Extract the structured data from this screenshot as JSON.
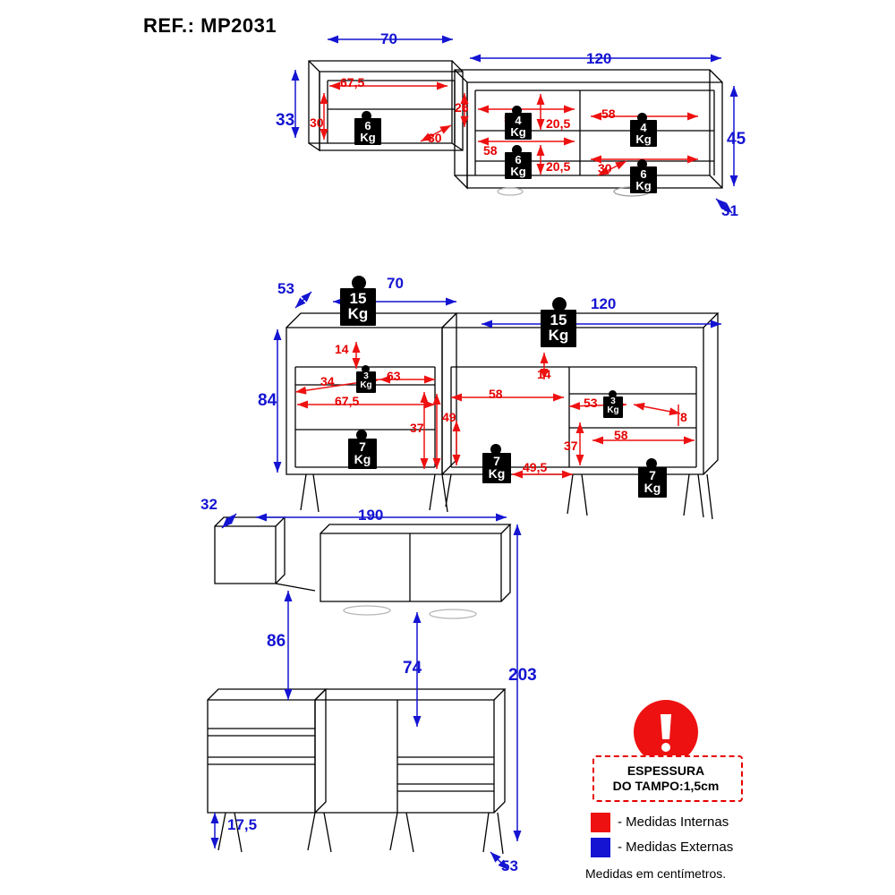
{
  "title": "REF.: MP2031",
  "units_note": "Medidas em centímetros.",
  "warning": {
    "line1": "ESPESSURA",
    "line2_prefix": "DO TAMPO:",
    "line2_value": "1,5cm",
    "icon": "exclamation-mark"
  },
  "legend": [
    {
      "color": "#ee1111",
      "label": "- Medidas Internas"
    },
    {
      "color": "#1414d2",
      "label": "- Medidas Externas"
    }
  ],
  "colors": {
    "internal": "#ee1111",
    "external": "#1414d2",
    "outline": "#000000",
    "badge_bg": "#000000",
    "badge_fg": "#ffffff"
  },
  "diagrams": [
    {
      "name": "wall-cabinets-top-view",
      "external_dims": [
        "70",
        "120",
        "33",
        "45",
        "31"
      ],
      "internal_dims": [
        "67,5",
        "30",
        "30",
        "26",
        "58",
        "20,5",
        "58",
        "20,5",
        "58",
        "30"
      ],
      "load_badges": [
        "6",
        "4",
        "4",
        "6",
        "6"
      ]
    },
    {
      "name": "base-cabinets-view",
      "external_dims": [
        "53",
        "70",
        "120",
        "84"
      ],
      "internal_dims": [
        "14",
        "34",
        "63",
        "67,5",
        "37",
        "58",
        "49",
        "49,5",
        "14",
        "53",
        "8",
        "37",
        "58"
      ],
      "load_badges": [
        "15",
        "15",
        "3",
        "3",
        "7",
        "7",
        "7"
      ]
    },
    {
      "name": "assembled-full-view",
      "external_dims": [
        "32",
        "190",
        "86",
        "74",
        "203",
        "17,5",
        "53"
      ]
    }
  ],
  "kg_unit": "Kg"
}
